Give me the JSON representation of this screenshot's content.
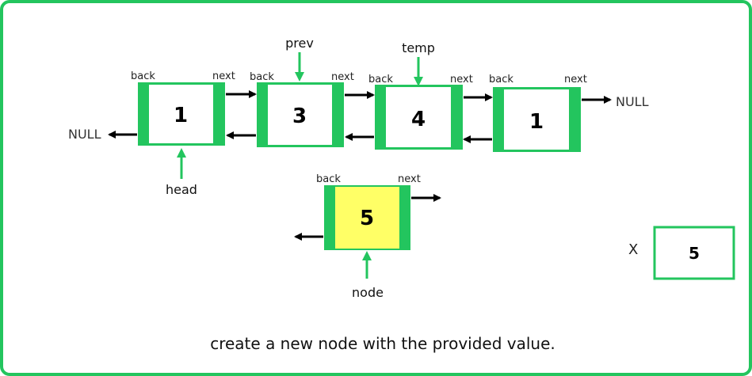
{
  "colors": {
    "green": "#23c55e",
    "highlight": "#ffff66",
    "arrow": "#000000",
    "background": "#ffffff"
  },
  "labels": {
    "back": "back",
    "next": "next",
    "null": "NULL"
  },
  "list": {
    "nodes": [
      {
        "value": "1"
      },
      {
        "value": "3"
      },
      {
        "value": "4"
      },
      {
        "value": "1"
      }
    ]
  },
  "pointers": {
    "head": "head",
    "prev": "prev",
    "temp": "temp",
    "node": "node"
  },
  "new_node": {
    "value": "5"
  },
  "variable": {
    "name": "X",
    "value": "5"
  },
  "caption": "create a new node with the provided value."
}
